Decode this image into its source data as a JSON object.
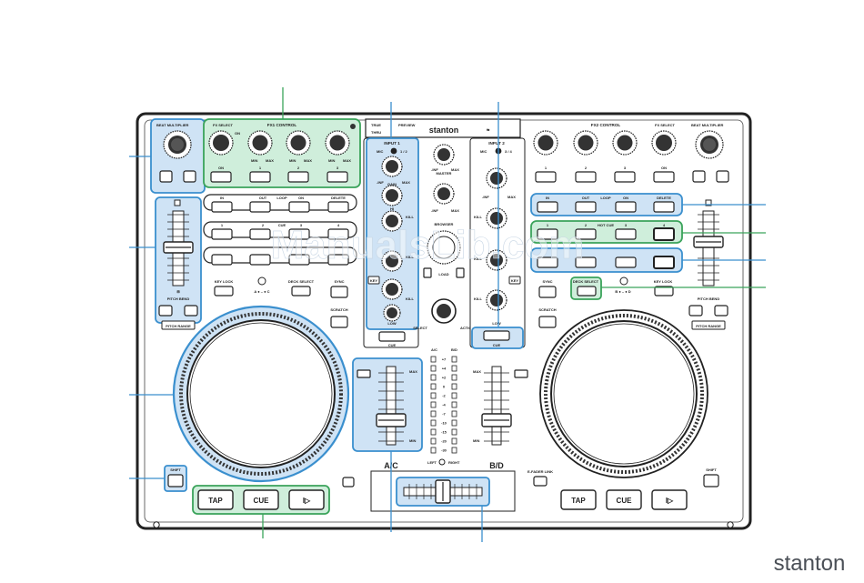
{
  "brand": {
    "logo_text": "stanton",
    "panel_logo": "stanton",
    "panel_mode_1": "TRUE",
    "panel_mode_2": "PREVIEW",
    "panel_mode_3": "THRU"
  },
  "watermark": "ManualsLib.com",
  "deck_left": {
    "beat_multiplier": "BEAT MULTIPLIER",
    "fx_select": "FX SELECT",
    "fx_on": "ON",
    "fx_title": "FX1 CONTROL",
    "knob_min": "MIN",
    "knob_max": "MAX",
    "fx_buttons": [
      "ON",
      "1",
      "2",
      "3"
    ],
    "loop_labels": [
      "IN",
      "OUT",
      "LOOP",
      "ON",
      "DELETE"
    ],
    "cue_labels": [
      "1",
      "2",
      "CUE",
      "3",
      "4"
    ],
    "key_lock": "KEY LOCK",
    "deck_select": "DECK SELECT",
    "deck_ac": "A ● – ● C",
    "sync": "SYNC",
    "scratch": "SCRATCH",
    "pitch_bend": "PITCH BEND",
    "pitch_range": "PITCH RANGE",
    "shift": "SHIFT",
    "transport": [
      "TAP",
      "CUE",
      "I▷"
    ]
  },
  "deck_right": {
    "fx_title": "FX2 CONTROL",
    "fx_select": "FX SELECT",
    "beat_multiplier": "BEAT MULTIPLIER",
    "fx_buttons": [
      "1",
      "2",
      "3",
      "ON"
    ],
    "loop_labels": [
      "IN",
      "OUT",
      "LOOP",
      "ON",
      "DELETE"
    ],
    "hotcue_labels": [
      "1",
      "2",
      "HOT CUE",
      "3",
      "4"
    ],
    "deck_select": "DECK SELECT",
    "deck_bd": "B ● – ● D",
    "key_lock": "KEY LOCK",
    "sync": "SYNC",
    "scratch": "SCRATCH",
    "pitch_bend": "PITCH BEND",
    "pitch_range": "PITCH RANGE",
    "shift": "SHIFT",
    "e_fader_link": "E-FADER LINK",
    "transport": [
      "TAP",
      "CUE",
      "I▷"
    ]
  },
  "mixer": {
    "input1": "INPUT 1",
    "input2": "INPUT 2",
    "mic": "MIC",
    "input1_sel": "1 / 2",
    "input2_sel": "3 / 4",
    "gain": "GAIN",
    "hi": "HI",
    "mid": "MID",
    "low": "LOW",
    "kill": "KILL",
    "key": "KEY",
    "inf": "-INF",
    "max": "MAX",
    "master": "MASTER",
    "browser": "BROWSER",
    "load": "LOAD",
    "select": "SELECT",
    "action": "ACTION",
    "cue": "CUE",
    "vu_left": "A/C",
    "vu_right": "B/D",
    "vu_scale": [
      "+7",
      "+4",
      "+2",
      "0",
      "-2",
      "-4",
      "-7",
      "-10",
      "-15",
      "-20",
      "-30"
    ],
    "vu_left_label": "LEFT",
    "vu_right_label": "RIGHT",
    "fader_max": "MAX",
    "fader_min": "MIN",
    "crossfader_left": "A/C",
    "crossfader_right": "B/D"
  }
}
